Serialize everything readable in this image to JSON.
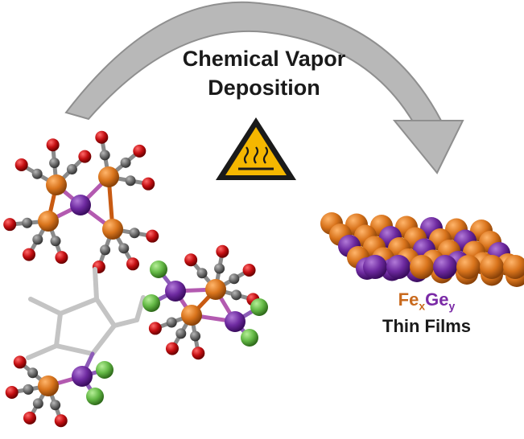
{
  "title": {
    "line1": "Chemical Vapor",
    "line2": "Deposition"
  },
  "product": {
    "fe_symbol": "Fe",
    "fe_sub": "x",
    "ge_symbol": "Ge",
    "ge_sub": "y",
    "caption": "Thin Films"
  },
  "icons": {
    "warning": "hot-surface-warning-icon",
    "arrow": "process-arrow-icon"
  },
  "colors": {
    "iron": "#d9741c",
    "germanium": "#6e2aa0",
    "oxygen": "#c40f12",
    "carbon": "#6e6e6e",
    "chlorine": "#63b845",
    "arrow": "#b8b8b8",
    "warning": "#f5b700"
  }
}
